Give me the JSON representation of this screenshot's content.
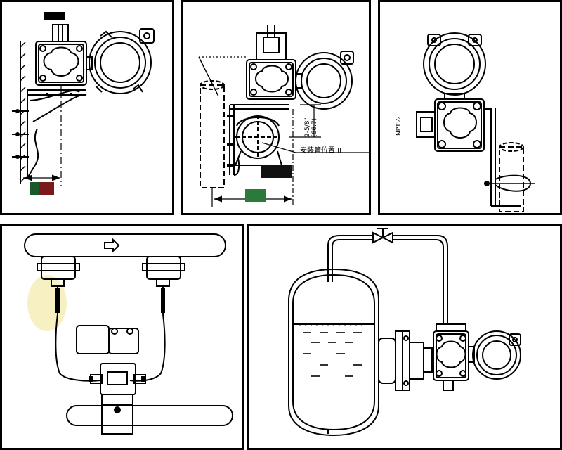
{
  "panels": [
    {
      "id": "pipe-mount-side-view"
    },
    {
      "id": "pipe-mount-dimension-view",
      "dimension_label": "2-5/8\"",
      "dimension_sub": "(66.7)",
      "callout": "安装管位置 II"
    },
    {
      "id": "pipe-mount-front-view",
      "npt_label": "NPT½"
    },
    {
      "id": "flow-pipe-installation"
    },
    {
      "id": "tank-level-installation"
    }
  ],
  "colors": {
    "line": "#000000",
    "background": "#ffffff",
    "stain": "#f3e9a8"
  }
}
